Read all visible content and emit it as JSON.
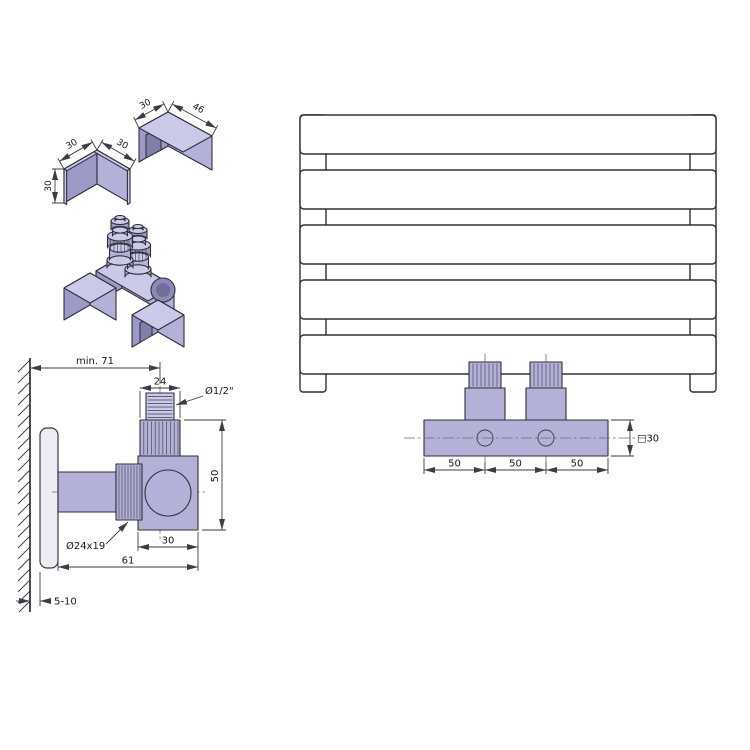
{
  "drawing": {
    "title": "towel-radiator-valve-installation-drawing",
    "colors": {
      "background": "#ffffff",
      "outline": "#2f2f3a",
      "line": "#3c3c46",
      "dim_text": "#17171d",
      "fill_light": "#cbc9e8",
      "fill_mid": "#b3b1d8",
      "fill_dark": "#9d9ac8",
      "fill_deep": "#817ea8",
      "port_outer": "#8d8ab8",
      "port_inner": "#716e9c",
      "wall_plate": "#ececf2"
    },
    "isometric_view": {
      "channel_width": "30",
      "channel_length": "46",
      "angle_left_edge": "30",
      "angle_right_edge": "30",
      "angle_height": "30"
    },
    "side_view": {
      "wall_distance_min": "min. 71",
      "nut_width": "24",
      "thread_size": "Ø1/2\"",
      "body_height": "50",
      "union_nut": "Ø24x19",
      "body_width": "30",
      "total_depth": "61",
      "wall_gap": "5-10"
    },
    "front_view": {
      "spacing_left": "50",
      "spacing_center": "50",
      "spacing_right": "50",
      "profile_size": "□30"
    }
  }
}
